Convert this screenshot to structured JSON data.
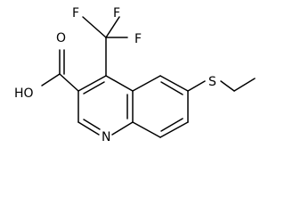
{
  "molecule": {
    "labels": {
      "f_top_left": "F",
      "f_top_right": "F",
      "f_right": "F",
      "hydroxyl": "HO",
      "carbonyl_oxygen": "O",
      "ring_nitrogen": "N",
      "sulfur": "S"
    }
  },
  "colors": {
    "bond": "#000000",
    "text": "#000000",
    "background": "#ffffff"
  }
}
